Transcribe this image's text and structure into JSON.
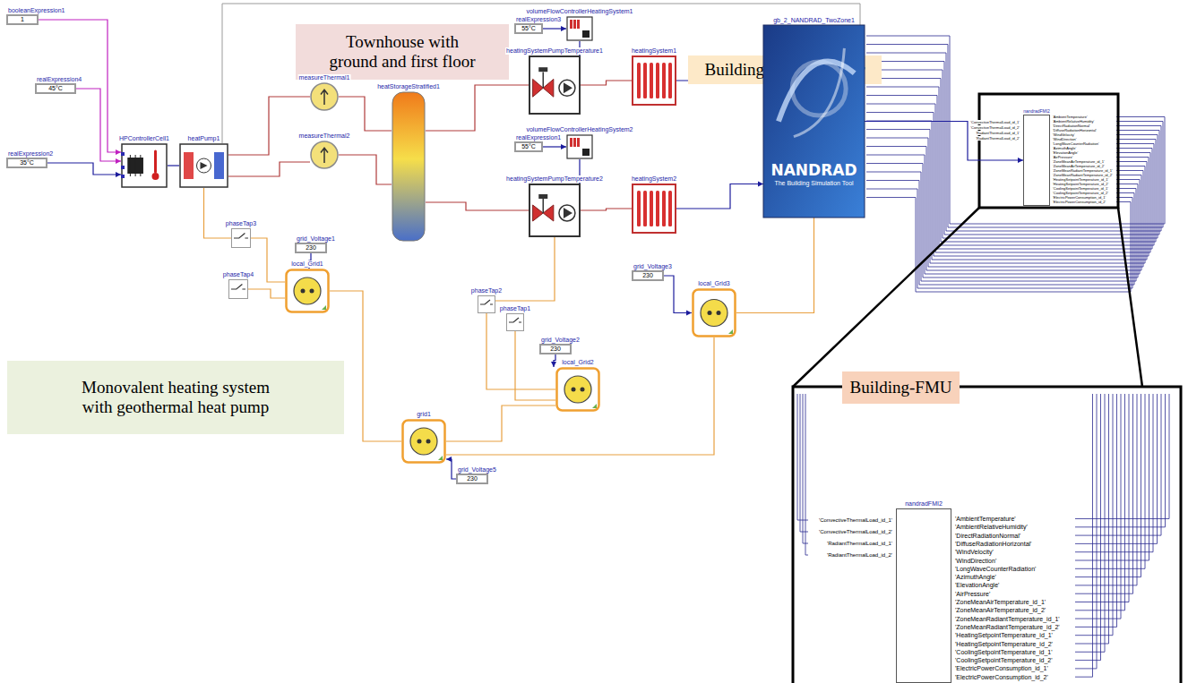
{
  "diagram": {
    "nodes": [
      {
        "text": [
          "Townhouse with ground and first floor"
        ]
      },
      {
        "text": [
          "Building-FMU Adapter"
        ]
      },
      {
        "text": [
          "Monovalent heating system with geothermal heat pump"
        ]
      },
      {
        "text": [
          "booleanExpression1",
          "1"
        ]
      },
      {
        "text": [
          "realExpression4",
          "45°C"
        ]
      },
      {
        "text": [
          "realExpression2",
          "35°C"
        ]
      },
      {
        "text": [
          "HPControllerCell1"
        ]
      },
      {
        "text": [
          "heatPump1"
        ]
      },
      {
        "text": [
          "measureThermal1"
        ]
      },
      {
        "text": [
          "measureThermal2"
        ]
      },
      {
        "text": [
          "heatStorageStratified1"
        ]
      },
      {
        "text": [
          "phaseTap3"
        ]
      },
      {
        "text": [
          "phaseTap4"
        ]
      },
      {
        "text": [
          "grid_Voltage1",
          "230"
        ]
      },
      {
        "text": [
          "local_Grid1"
        ]
      },
      {
        "text": [
          "volumeFlowControllerHeatingSystem1"
        ]
      },
      {
        "text": [
          "realExpression3",
          "55°C"
        ]
      },
      {
        "text": [
          "heatingSystemPumpTemperature1"
        ]
      },
      {
        "text": [
          "heatingSystem1"
        ]
      },
      {
        "text": [
          "volumeFlowControllerHeatingSystem2"
        ]
      },
      {
        "text": [
          "realExpression1",
          "55°C"
        ]
      },
      {
        "text": [
          "heatingSystemPumpTemperature2"
        ]
      },
      {
        "text": [
          "heatingSystem2"
        ]
      },
      {
        "text": [
          "phaseTap2"
        ]
      },
      {
        "text": [
          "phaseTap1"
        ]
      },
      {
        "text": [
          "grid_Voltage2",
          "230"
        ]
      },
      {
        "text": [
          "local_Grid2"
        ]
      },
      {
        "text": [
          "grid_Voltage3",
          "230"
        ]
      },
      {
        "text": [
          "local_Grid3"
        ]
      },
      {
        "text": [
          "grid_Voltage5",
          "230"
        ]
      },
      {
        "text": [
          "grid1"
        ]
      },
      {
        "text": [
          "gb_2_NANDRAD_TwoZone1",
          "NANDRAD",
          "The Building Simulation Tool"
        ]
      },
      {
        "text": [
          "nandradFMI2"
        ]
      },
      {
        "text": [
          "Building-FMU"
        ]
      },
      {
        "text": [
          "nandradFMI2"
        ]
      }
    ],
    "edges": [
      {
        "from": 3,
        "to": 6,
        "arrow": "to"
      },
      {
        "from": 4,
        "to": 6,
        "arrow": "to"
      },
      {
        "from": 5,
        "to": 6,
        "arrow": "to"
      },
      {
        "from": 6,
        "to": 7,
        "arrow": "none"
      },
      {
        "from": 7,
        "to": 8,
        "arrow": "none"
      },
      {
        "from": 9,
        "to": 7,
        "arrow": "none"
      },
      {
        "from": 8,
        "to": 10,
        "arrow": "none"
      },
      {
        "from": 10,
        "to": 9,
        "arrow": "none"
      },
      {
        "from": 10,
        "to": 17,
        "arrow": "none"
      },
      {
        "from": 10,
        "to": 21,
        "arrow": "none"
      },
      {
        "from": 17,
        "to": 18,
        "arrow": "none"
      },
      {
        "from": 21,
        "to": 22,
        "arrow": "none"
      },
      {
        "from": 16,
        "to": 15,
        "arrow": "to"
      },
      {
        "from": 15,
        "to": 17,
        "arrow": "to"
      },
      {
        "from": 20,
        "to": 19,
        "arrow": "to"
      },
      {
        "from": 19,
        "to": 21,
        "arrow": "to"
      },
      {
        "from": 18,
        "to": 31,
        "arrow": "to"
      },
      {
        "from": 22,
        "to": 31,
        "arrow": "to"
      },
      {
        "from": 31,
        "to": 32,
        "arrow": "to"
      },
      {
        "from": 7,
        "to": 11,
        "arrow": "none"
      },
      {
        "from": 11,
        "to": 14,
        "arrow": "none"
      },
      {
        "from": 12,
        "to": 14,
        "arrow": "none"
      },
      {
        "from": 13,
        "to": 14,
        "arrow": "to"
      },
      {
        "from": 23,
        "to": 26,
        "arrow": "none"
      },
      {
        "from": 24,
        "to": 26,
        "arrow": "none"
      },
      {
        "from": 25,
        "to": 26,
        "arrow": "to"
      },
      {
        "from": 27,
        "to": 28,
        "arrow": "to"
      },
      {
        "from": 14,
        "to": 30,
        "arrow": "none"
      },
      {
        "from": 26,
        "to": 30,
        "arrow": "none"
      },
      {
        "from": 28,
        "to": 30,
        "arrow": "none"
      },
      {
        "from": 29,
        "to": 30,
        "arrow": "to"
      },
      {
        "from": 21,
        "to": 23,
        "arrow": "none"
      },
      {
        "from": 31,
        "to": 28,
        "arrow": "none"
      }
    ],
    "labels": [
      "'ConvectiveThermalLoad_id_1'",
      "'ConvectiveThermalLoad_id_2'",
      "'RadiantThermalLoad_id_1'",
      "'RadiantThermalLoad_id_2'",
      "'AmbientTemperature'",
      "'AmbientRelativeHumidity'",
      "'DirectRadiationNormal'",
      "'DiffuseRadiationHorizontal'",
      "'WindVelocity'",
      "'WindDirection'",
      "'LongWaveCounterRadiation'",
      "'AzimuthAngle'",
      "'ElevationAngle'",
      "'AirPressure'",
      "'ZoneMeanAirTemperature_id_1'",
      "'ZoneMeanAirTemperature_id_2'",
      "'ZoneMeanRadiantTemperature_id_1'",
      "'ZoneMeanRadiantTemperature_id_2'",
      "'HeatingSetpointTemperature_id_1'",
      "'HeatingSetpointTemperature_id_2'",
      "'CoolingSetpointTemperature_id_1'",
      "'CoolingSetpointTemperature_id_2'",
      "'ElectricPowerConsumption_id_1'",
      "'ElectricPowerConsumption_id_2'",
      "'ConvectiveThermalLoad_id_1'",
      "'ConvectiveThermalLoad_id_2'",
      "'RadiantThermalLoad_id_1'",
      "'RadiantThermalLoad_id_2'",
      "'AmbientTemperature'",
      "'AmbientRelativeHumidity'",
      "'DirectRadiationNormal'",
      "'DiffuseRadiationHorizontal'",
      "'WindVelocity'",
      "'WindDirection'",
      "'LongWaveCounterRadiation'",
      "'AzimuthAngle'",
      "'ElevationAngle'",
      "'AirPressure'",
      "'ZoneMeanAirTemperature_id_1'",
      "'ZoneMeanAirTemperature_id_2'",
      "'ZoneMeanRadiantTemperature_id_1'",
      "'ZoneMeanRadiantTemperature_id_2'",
      "'HeatingSetpointTemperature_id_1'",
      "'HeatingSetpointTemperature_id_2'",
      "'CoolingSetpointTemperature_id_1'",
      "'CoolingSetpointTemperature_id_2'",
      "'ElectricPowerConsumption_id_1'",
      "'ElectricPowerConsumption_id_2'"
    ]
  }
}
